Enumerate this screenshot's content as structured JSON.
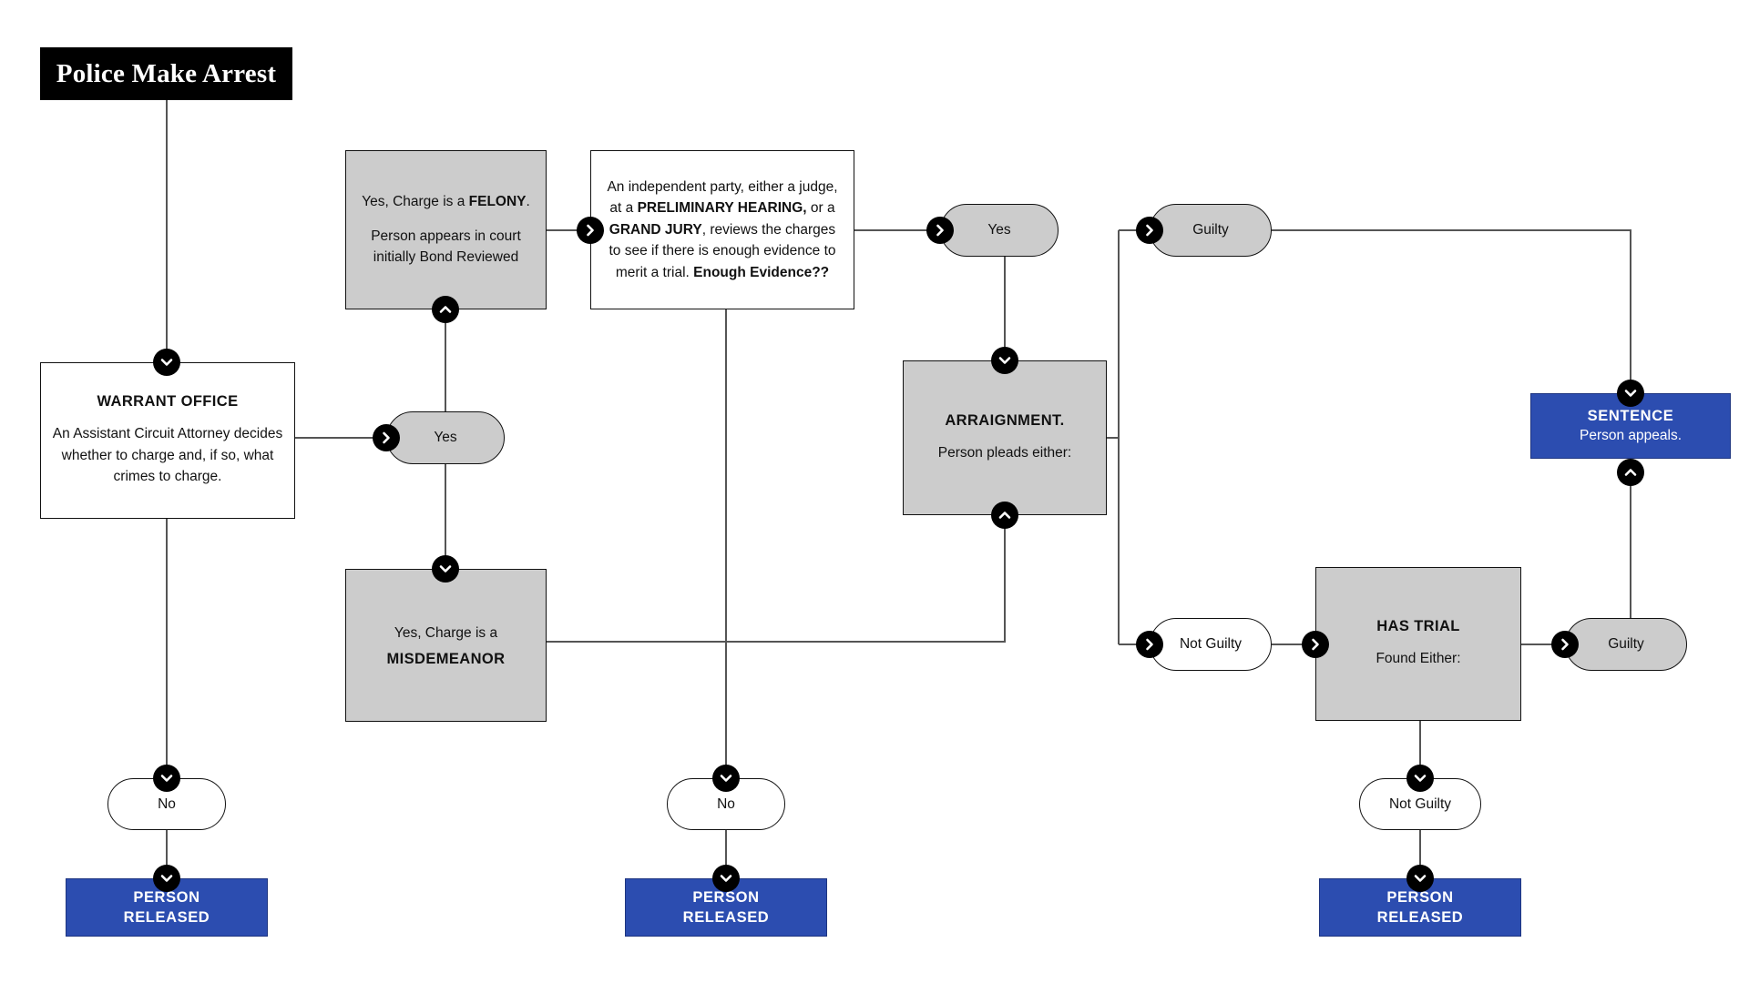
{
  "diagram": {
    "title": "Police Make Arrest",
    "type": "flowchart",
    "accent_blue": "#2c4db0",
    "node_gray": "#cccccc",
    "node_white": "#ffffff",
    "marker_color": "#000000"
  },
  "nodes": {
    "police_arrest": {
      "label": "Police Make Arrest"
    },
    "warrant_office": {
      "heading": "WARRANT OFFICE",
      "body": "An Assistant Circuit Attorney decides whether to charge and, if so, what crimes to charge."
    },
    "felony": {
      "line1_pre": "Yes, Charge is a ",
      "line1_bold": "FELONY",
      "line1_post": ".",
      "line2": "Person appears in court initially Bond Reviewed"
    },
    "misdemeanor": {
      "line1": "Yes, Charge is a",
      "line2_bold": "MISDEMEANOR"
    },
    "independent_party": {
      "t1": "An independent party, either a judge, at a ",
      "b1": "PRELIMINARY HEARING,",
      "t2": " or a ",
      "b2": "GRAND JURY",
      "t3": ", reviews the charges to see if there is enough evidence to merit a trial. ",
      "b3": "Enough Evidence??"
    },
    "arraignment": {
      "heading": "ARRAIGNMENT.",
      "body": "Person pleads either:"
    },
    "has_trial": {
      "heading": "HAS TRIAL",
      "body": "Found Either:"
    },
    "sentence": {
      "heading": "SENTENCE",
      "body": "Person appeals."
    },
    "released_left": {
      "line1": "PERSON",
      "line2": "RELEASED"
    },
    "released_middle": {
      "line1": "PERSON",
      "line2": "RELEASED"
    },
    "released_right": {
      "line1": "PERSON",
      "line2": "RELEASED"
    }
  },
  "decision_pills": {
    "yes_charge": {
      "label": "Yes"
    },
    "yes_evidence": {
      "label": "Yes"
    },
    "no_warrant": {
      "label": "No"
    },
    "no_evidence": {
      "label": "No"
    },
    "guilty_plea": {
      "label": "Guilty"
    },
    "not_guilty_plea": {
      "label": "Not Guilty"
    },
    "guilty_verdict": {
      "label": "Guilty"
    },
    "not_guilty_verdict": {
      "label": "Not Guilty"
    }
  }
}
